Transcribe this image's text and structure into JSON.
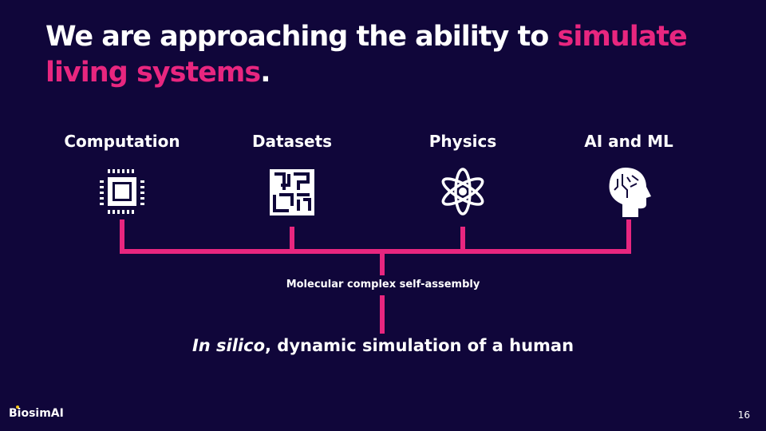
{
  "title": {
    "part1": "We are approaching the ability to ",
    "highlight1": "simulate living systems",
    "part2": "."
  },
  "columns": [
    {
      "label": "Computation",
      "icon": "cpu-chip-icon"
    },
    {
      "label": "Datasets",
      "icon": "maze-icon"
    },
    {
      "label": "Physics",
      "icon": "atom-icon"
    },
    {
      "label": "AI and ML",
      "icon": "brain-head-icon"
    }
  ],
  "middle_label": "Molecular complex self-assembly",
  "final": {
    "italic": "In silico",
    "rest": ", dynamic simulation of a human"
  },
  "footer": {
    "logo": "BiosimAI",
    "page": "16"
  },
  "colors": {
    "background": "#10063a",
    "accent": "#e8267f"
  }
}
